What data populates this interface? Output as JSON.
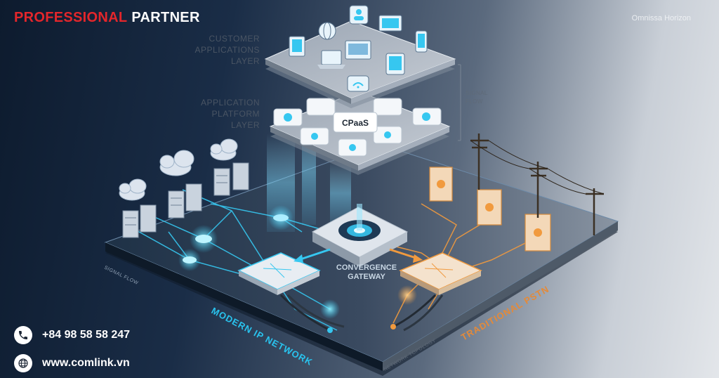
{
  "brand": {
    "part1": "PROFESSIONAL",
    "part2": "PARTNER"
  },
  "watermark": "Omnissa Horizon",
  "layers": {
    "customer": [
      "CUSTOMER",
      "APPLICATIONS",
      "LAYER"
    ],
    "platform": [
      "APPLICATION",
      "PLATFORM",
      "LAYER"
    ]
  },
  "signal_flow_side": [
    "SIGNAL",
    "FLOW"
  ],
  "tiles": {
    "cpaas": "CPaaS"
  },
  "gateway": [
    "CONVERGENCE",
    "GATEWAY"
  ],
  "network": {
    "modern": "MODERN IP NETWORK",
    "traditional": "TRADITIONAL PSTN",
    "signal_flow_edge": "SIGNAL FLOW",
    "topology": "NETWORK TOPOLOGY"
  },
  "contact": {
    "phone": "+84 98 58 58 247",
    "website": "www.comlink.vn"
  },
  "colors": {
    "brand_red": "#e3262b",
    "ip_accent": "#36c7f0",
    "pstn_accent": "#f19a3e"
  },
  "icons": [
    "phone-icon",
    "globe-icon",
    "cloud-icon",
    "server-icon",
    "utility-pole-icon",
    "gateway-icon",
    "tablet-icon",
    "laptop-icon",
    "smartphone-icon",
    "monitor-icon",
    "user-icon",
    "wifi-icon"
  ]
}
